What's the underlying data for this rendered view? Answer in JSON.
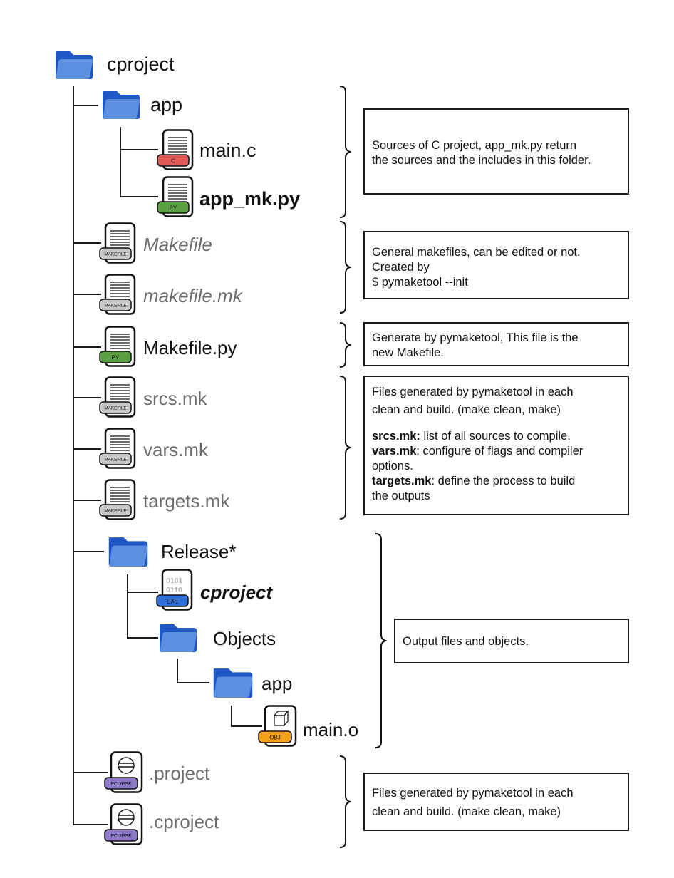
{
  "colors": {
    "folder_back": "#1f58c4",
    "folder_front": "#5d8fe0",
    "tag_c": "#e05a5a",
    "tag_py": "#5aa043",
    "tag_makefile": "#c8c8c8",
    "tag_exe": "#2f6fd8",
    "tag_obj": "#f5a019",
    "tag_eclipse": "#8d79c9",
    "dim_text": "#6e6e6e"
  },
  "tree": {
    "root": {
      "label": "cproject",
      "icon": "folder-icon"
    },
    "app_folder": {
      "label": "app",
      "icon": "folder-icon"
    },
    "main_c": {
      "label": "main.c",
      "icon": "file-icon",
      "tag": "C"
    },
    "app_mk": {
      "label": "app_mk.py",
      "icon": "file-icon",
      "tag": "PY"
    },
    "makefile": {
      "label": "Makefile",
      "icon": "file-icon",
      "tag": "MAKEFILE"
    },
    "makefile_mk": {
      "label": "makefile.mk",
      "icon": "file-icon",
      "tag": "MAKEFILE"
    },
    "makefile_py": {
      "label": "Makefile.py",
      "icon": "file-icon",
      "tag": "PY"
    },
    "srcs_mk": {
      "label": "srcs.mk",
      "icon": "file-icon",
      "tag": "MAKEFILE"
    },
    "vars_mk": {
      "label": "vars.mk",
      "icon": "file-icon",
      "tag": "MAKEFILE"
    },
    "targets_mk": {
      "label": "targets.mk",
      "icon": "file-icon",
      "tag": "MAKEFILE"
    },
    "release": {
      "label": "Release*",
      "icon": "folder-icon"
    },
    "exe": {
      "label": "cproject",
      "icon": "binary-file-icon",
      "tag": "EXE",
      "bits1": "0101",
      "bits2": "0110"
    },
    "objects": {
      "label": "Objects",
      "icon": "folder-icon"
    },
    "objects_app": {
      "label": "app",
      "icon": "folder-icon"
    },
    "main_o": {
      "label": "main.o",
      "icon": "cube-file-icon",
      "tag": "OBJ"
    },
    "dot_project": {
      "label": ".project",
      "icon": "eclipse-file-icon",
      "tag": "ECLIPSE"
    },
    "dot_cproject": {
      "label": ".cproject",
      "icon": "eclipse-file-icon",
      "tag": "ECLIPSE"
    }
  },
  "notes": {
    "sources": {
      "line1": "Sources of C project, app_mk.py  return",
      "line2": "the sources and the includes in this folder."
    },
    "makefiles": {
      "line1": "General makefiles, can be edited or not.",
      "line2": "Created by",
      "line3": "$ pymaketool --init"
    },
    "makefile_py": {
      "line1": "Generate by pymaketool, This file is the",
      "line2": "new Makefile."
    },
    "generated": {
      "line1": "Files generated by pymaketool in each",
      "line2": "clean and build. (make clean, make)",
      "srcs_key": "srcs.mk:",
      "srcs_desc": " list of all sources to compile.",
      "vars_key": "vars.mk",
      "vars_desc": ": configure of flags and compiler",
      "vars_desc2": "options.",
      "targets_key": "targets.mk",
      "targets_desc": ": define  the process to build",
      "targets_desc2": "the outputs"
    },
    "output": {
      "line1": "Output files and objects."
    },
    "eclipse": {
      "line1": "Files generated by pymaketool in each",
      "line2": "clean and build. (make clean, make)"
    }
  }
}
